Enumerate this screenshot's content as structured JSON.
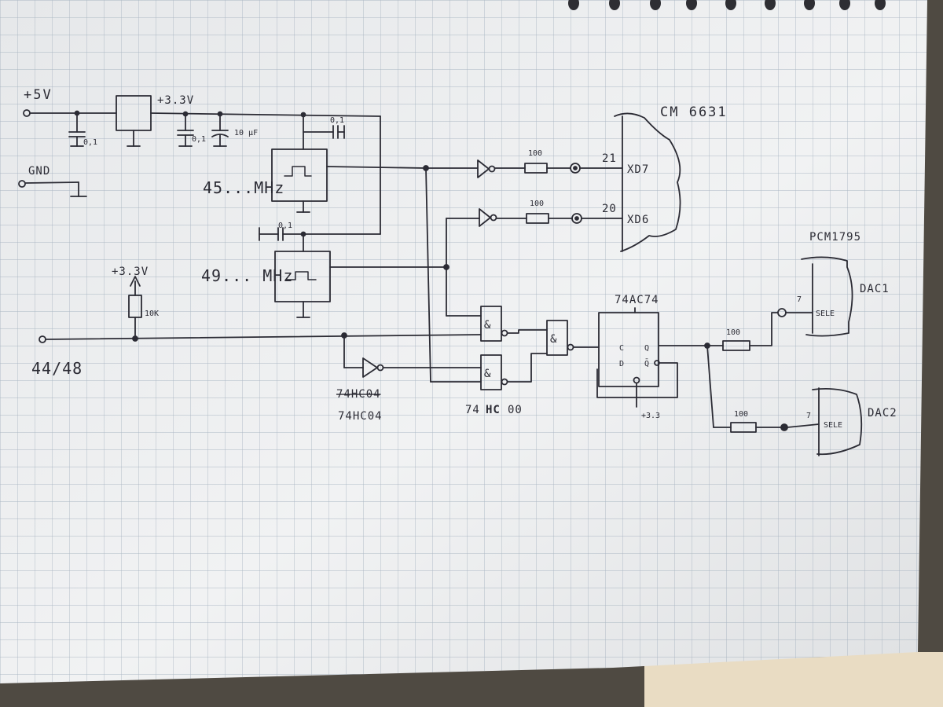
{
  "power": {
    "supply_5v": "+5V",
    "supply_3v3": "+3.3V",
    "ground": "GND",
    "cap_0_1_a": "0,1",
    "cap_0_1_b": "0,1",
    "cap_10uf": "10 μF",
    "cap_0_1_c": "0,1",
    "cap_0_1_d": "0,1"
  },
  "oscillators": {
    "osc_45": "45...MHz",
    "osc_49": "49... MHz"
  },
  "select": {
    "pullup_supply": "+3.3V",
    "pullup_resistor": "10K",
    "input_label": "44/48"
  },
  "logic": {
    "inverter_part_struck": "74HC04",
    "inverter_part": "74HC04",
    "nand_part_struck": "HC",
    "nand_part_prefix": "74",
    "nand_part_suffix": "00",
    "nand_symbol": "&",
    "flipflop_part": "74AC74",
    "flipflop_pin_c": "C",
    "flipflop_pin_d": "D",
    "flipflop_pin_q": "Q",
    "flipflop_pin_qbar": "Q̄",
    "flipflop_supply": "+3.3"
  },
  "usb_chip": {
    "name": "CM 6631",
    "pin_21": "21",
    "pin_20": "20",
    "signal_xd7": "XD7",
    "signal_xd6": "XD6",
    "res_xd7": "100",
    "res_xd6": "100"
  },
  "dac": {
    "part": "PCM1795",
    "dac1": "DAC1",
    "dac2": "DAC2",
    "pin_7_a": "7",
    "pin_7_b": "7",
    "sele_a": "SELE",
    "sele_b": "SELE",
    "res_dac1": "100",
    "res_dac2": "100"
  },
  "colors": {
    "paper": "#eceef0",
    "grid": "#9aa9b8",
    "ink": "#2b2b34"
  }
}
